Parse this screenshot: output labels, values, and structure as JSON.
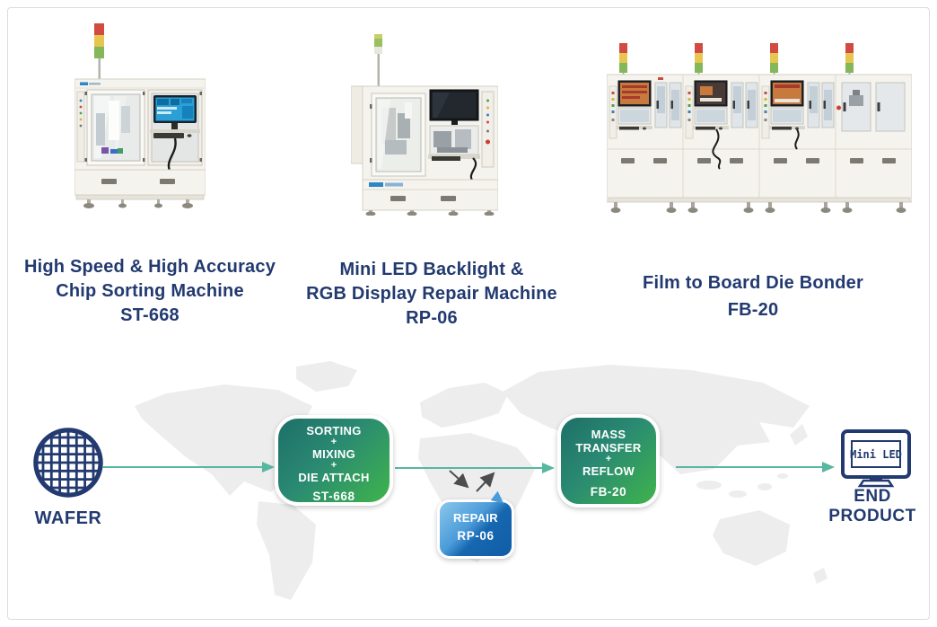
{
  "page": {
    "background": "#ffffff",
    "border_color": "#dcdcdc"
  },
  "colors": {
    "navy_text": "#223a70",
    "teal_arrow": "#57b7a0",
    "green_box_gradient": [
      "#1e6f68",
      "#3fb44b"
    ],
    "blue_box_gradient": [
      "#8ac7ec",
      "#0f5da6"
    ],
    "box_text": "#ffffff",
    "map_gray": "#ededed",
    "signal_tower": [
      "#d14b42",
      "#e6c64e",
      "#84b65a"
    ]
  },
  "products": [
    {
      "lines": [
        "High Speed & High Accuracy",
        "Chip Sorting Machine"
      ],
      "model": "ST-668"
    },
    {
      "lines": [
        "Mini LED Backlight &",
        "RGB Display Repair Machine"
      ],
      "model": "RP-06"
    },
    {
      "lines": [
        "Film to Board Die Bonder"
      ],
      "model": "FB-20"
    }
  ],
  "flow": {
    "wafer_label": "WAFER",
    "sorting": {
      "lines": [
        "SORTING",
        "+",
        "MIXING",
        "+",
        "DIE ATTACH"
      ],
      "model": "ST-668"
    },
    "repair": {
      "label": "REPAIR",
      "model": "RP-06"
    },
    "transfer": {
      "lines": [
        "MASS",
        "TRANSFER",
        "+",
        "REFLOW"
      ],
      "model": "FB-20"
    },
    "end_product": {
      "label": "END PRODUCT",
      "screen_text": "Mini LED"
    }
  }
}
